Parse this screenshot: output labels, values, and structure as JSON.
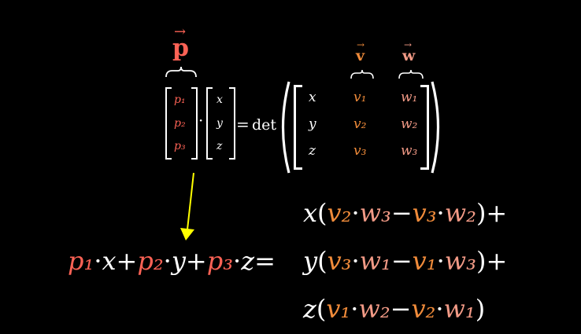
{
  "vectors": {
    "p_label": "p",
    "v_label": "v",
    "w_label": "w"
  },
  "colors": {
    "p": "#fc6255",
    "v": "#f08b3a",
    "w": "#f29a86",
    "arrow": "#ffff00",
    "background": "#000000"
  },
  "matrix_p": [
    "p₁",
    "p₂",
    "p₃"
  ],
  "matrix_xyz": [
    "x",
    "y",
    "z"
  ],
  "equals": "=",
  "det": "det",
  "det_matrix": {
    "col1": [
      "x",
      "y",
      "z"
    ],
    "col2": [
      "v₁",
      "v₂",
      "v₃"
    ],
    "col3": [
      "w₁",
      "w₂",
      "w₃"
    ]
  },
  "expansion": {
    "lhs": {
      "p1": "p₁",
      "x": "x",
      "p2": "p₂",
      "y": "y",
      "p3": "p₃",
      "z": "z"
    },
    "row1": {
      "var": "x",
      "va": "v₂",
      "wa": "w₃",
      "vb": "v₃",
      "wb": "w₂",
      "end": "+"
    },
    "row2": {
      "var": "y",
      "va": "v₃",
      "wa": "w₁",
      "vb": "v₁",
      "wb": "w₃",
      "end": "+"
    },
    "row3": {
      "var": "z",
      "va": "v₁",
      "wa": "w₂",
      "vb": "v₂",
      "wb": "w₁",
      "end": ""
    }
  }
}
